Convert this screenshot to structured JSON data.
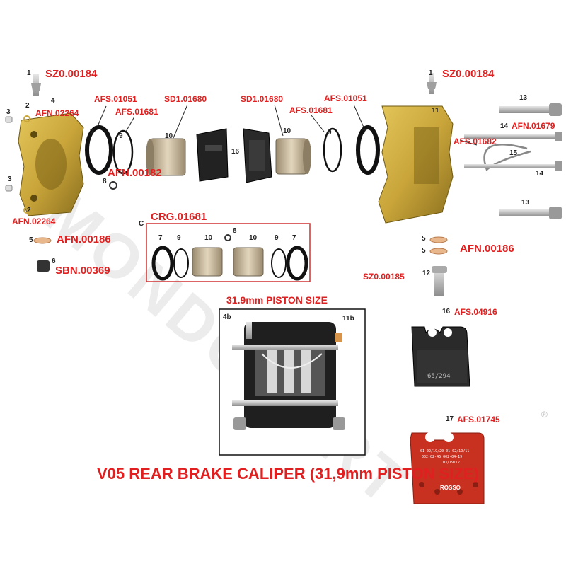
{
  "watermark": "MONDOKART",
  "title": "V05 REAR BRAKE CALIPER (31,9mm PISTON SIZE)",
  "photo_caption": "31.9mm PISTON SIZE",
  "registered": "®",
  "labels": {
    "sz0_00184_l": "SZ0.00184",
    "sz0_00184_r": "SZ0.00184",
    "afs_01051_l": "AFS.01051",
    "afs_01051_r": "AFS.01051",
    "sd1_01680_l": "SD1.01680",
    "sd1_01680_r": "SD1.01680",
    "afs_01681_l": "AFS.01681",
    "afs_01681_r": "AFS.01681",
    "afn_02264_a": "AFN.02264",
    "afn_02264_b": "AFN.02264",
    "afn_00182": "AFN.00182",
    "crg_01681": "CRG.01681",
    "afn_00186_l": "AFN.00186",
    "afn_00186_r": "AFN.00186",
    "sbn_00369": "SBN.00369",
    "afn_01679": "AFN.01679",
    "afs_01682": "AFS.01682",
    "sz0_00185": "SZ0.00185",
    "afs_04916": "AFS.04916",
    "afs_01745": "AFS.01745"
  },
  "numbers": {
    "n1_l": "1",
    "n1_r": "1",
    "n2_a": "2",
    "n2_b": "2",
    "n3_a": "3",
    "n3_b": "3",
    "n4": "4",
    "n5_l": "5",
    "n5_r1": "5",
    "n5_r2": "5",
    "n6": "6",
    "n7_l": "7",
    "n7_r": "7",
    "n7_c1": "7",
    "n7_c2": "7",
    "n8": "8",
    "n8_c": "8",
    "n9_l": "9",
    "n9_r": "9",
    "n9_c1": "9",
    "n9_c2": "9",
    "n10_l": "10",
    "n10_r": "10",
    "n10_c1": "10",
    "n10_c2": "10",
    "n11": "11",
    "n12": "12",
    "n13_a": "13",
    "n13_b": "13",
    "n14_a": "14",
    "n14_b": "14",
    "n15": "15",
    "n16_a": "16",
    "n16_b": "16",
    "n17": "17",
    "nc": "C",
    "n4b": "4b",
    "n11b": "11b"
  },
  "pad_texts": {
    "black_pad_print": "65/294",
    "red_pad_brand": "ROSSO",
    "red_pad_lines": [
      "01-02/19/20  01-02/19/11",
      "002-02-46   002-04-19",
      "03/19/17"
    ]
  },
  "colors": {
    "label_red": "#e02020",
    "caliper_gold": "#c9a53a",
    "caliper_gold_dark": "#8a6f1e",
    "pad_black": "#2a2a2a",
    "pad_red": "#c8301f",
    "steel": "#b8b8b8",
    "piston": "#c8b89a"
  }
}
